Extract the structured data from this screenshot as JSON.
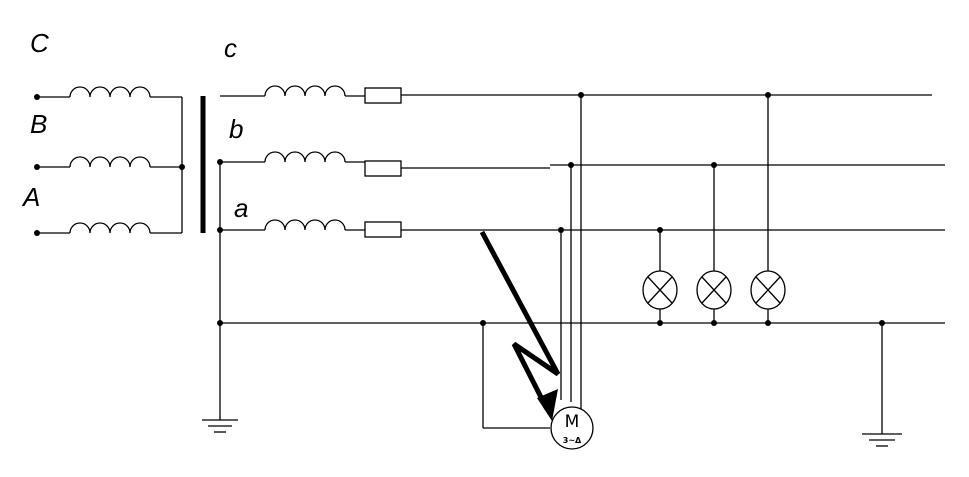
{
  "primary_labels": {
    "C": "C",
    "B": "B",
    "A": "A"
  },
  "secondary_labels": {
    "c": "c",
    "b": "b",
    "a": "a"
  },
  "motor": {
    "letter": "M",
    "rating": "3~Δ"
  },
  "components": {
    "lamps": 3,
    "fuses": 3,
    "fault": "phase a short-circuit to motor housing"
  }
}
